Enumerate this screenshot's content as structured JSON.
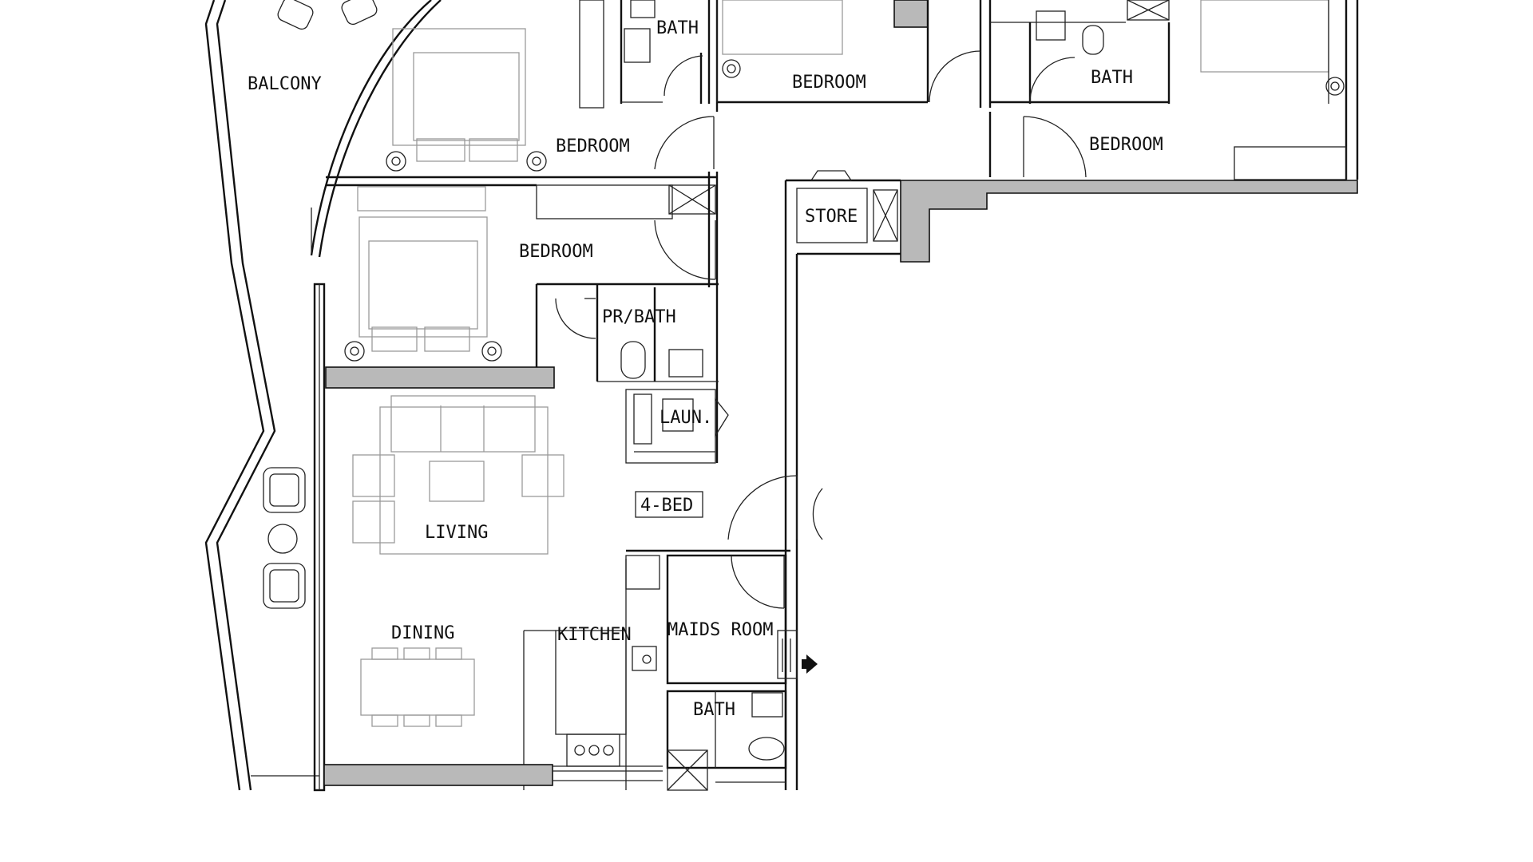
{
  "plan": {
    "unit_tag": "4-BED",
    "rooms": {
      "balcony": "BALCONY",
      "bath_top_left": "BATH",
      "bedroom_top_middle": "BEDROOM",
      "bath_top_right": "BATH",
      "bedroom_master": "BEDROOM",
      "bedroom_right": "BEDROOM",
      "store": "STORE",
      "bedroom_second": "BEDROOM",
      "powder_bath": "PR/BATH",
      "laundry": "LAUN.",
      "living": "LIVING",
      "dining": "DINING",
      "kitchen": "KITCHEN",
      "maids_room": "MAIDS ROOM",
      "bath_maids": "BATH"
    },
    "colors": {
      "wall": "#111111",
      "concrete_fill": "#b9b9b9",
      "furniture": "#9a9a9a",
      "background": "#ffffff"
    }
  }
}
